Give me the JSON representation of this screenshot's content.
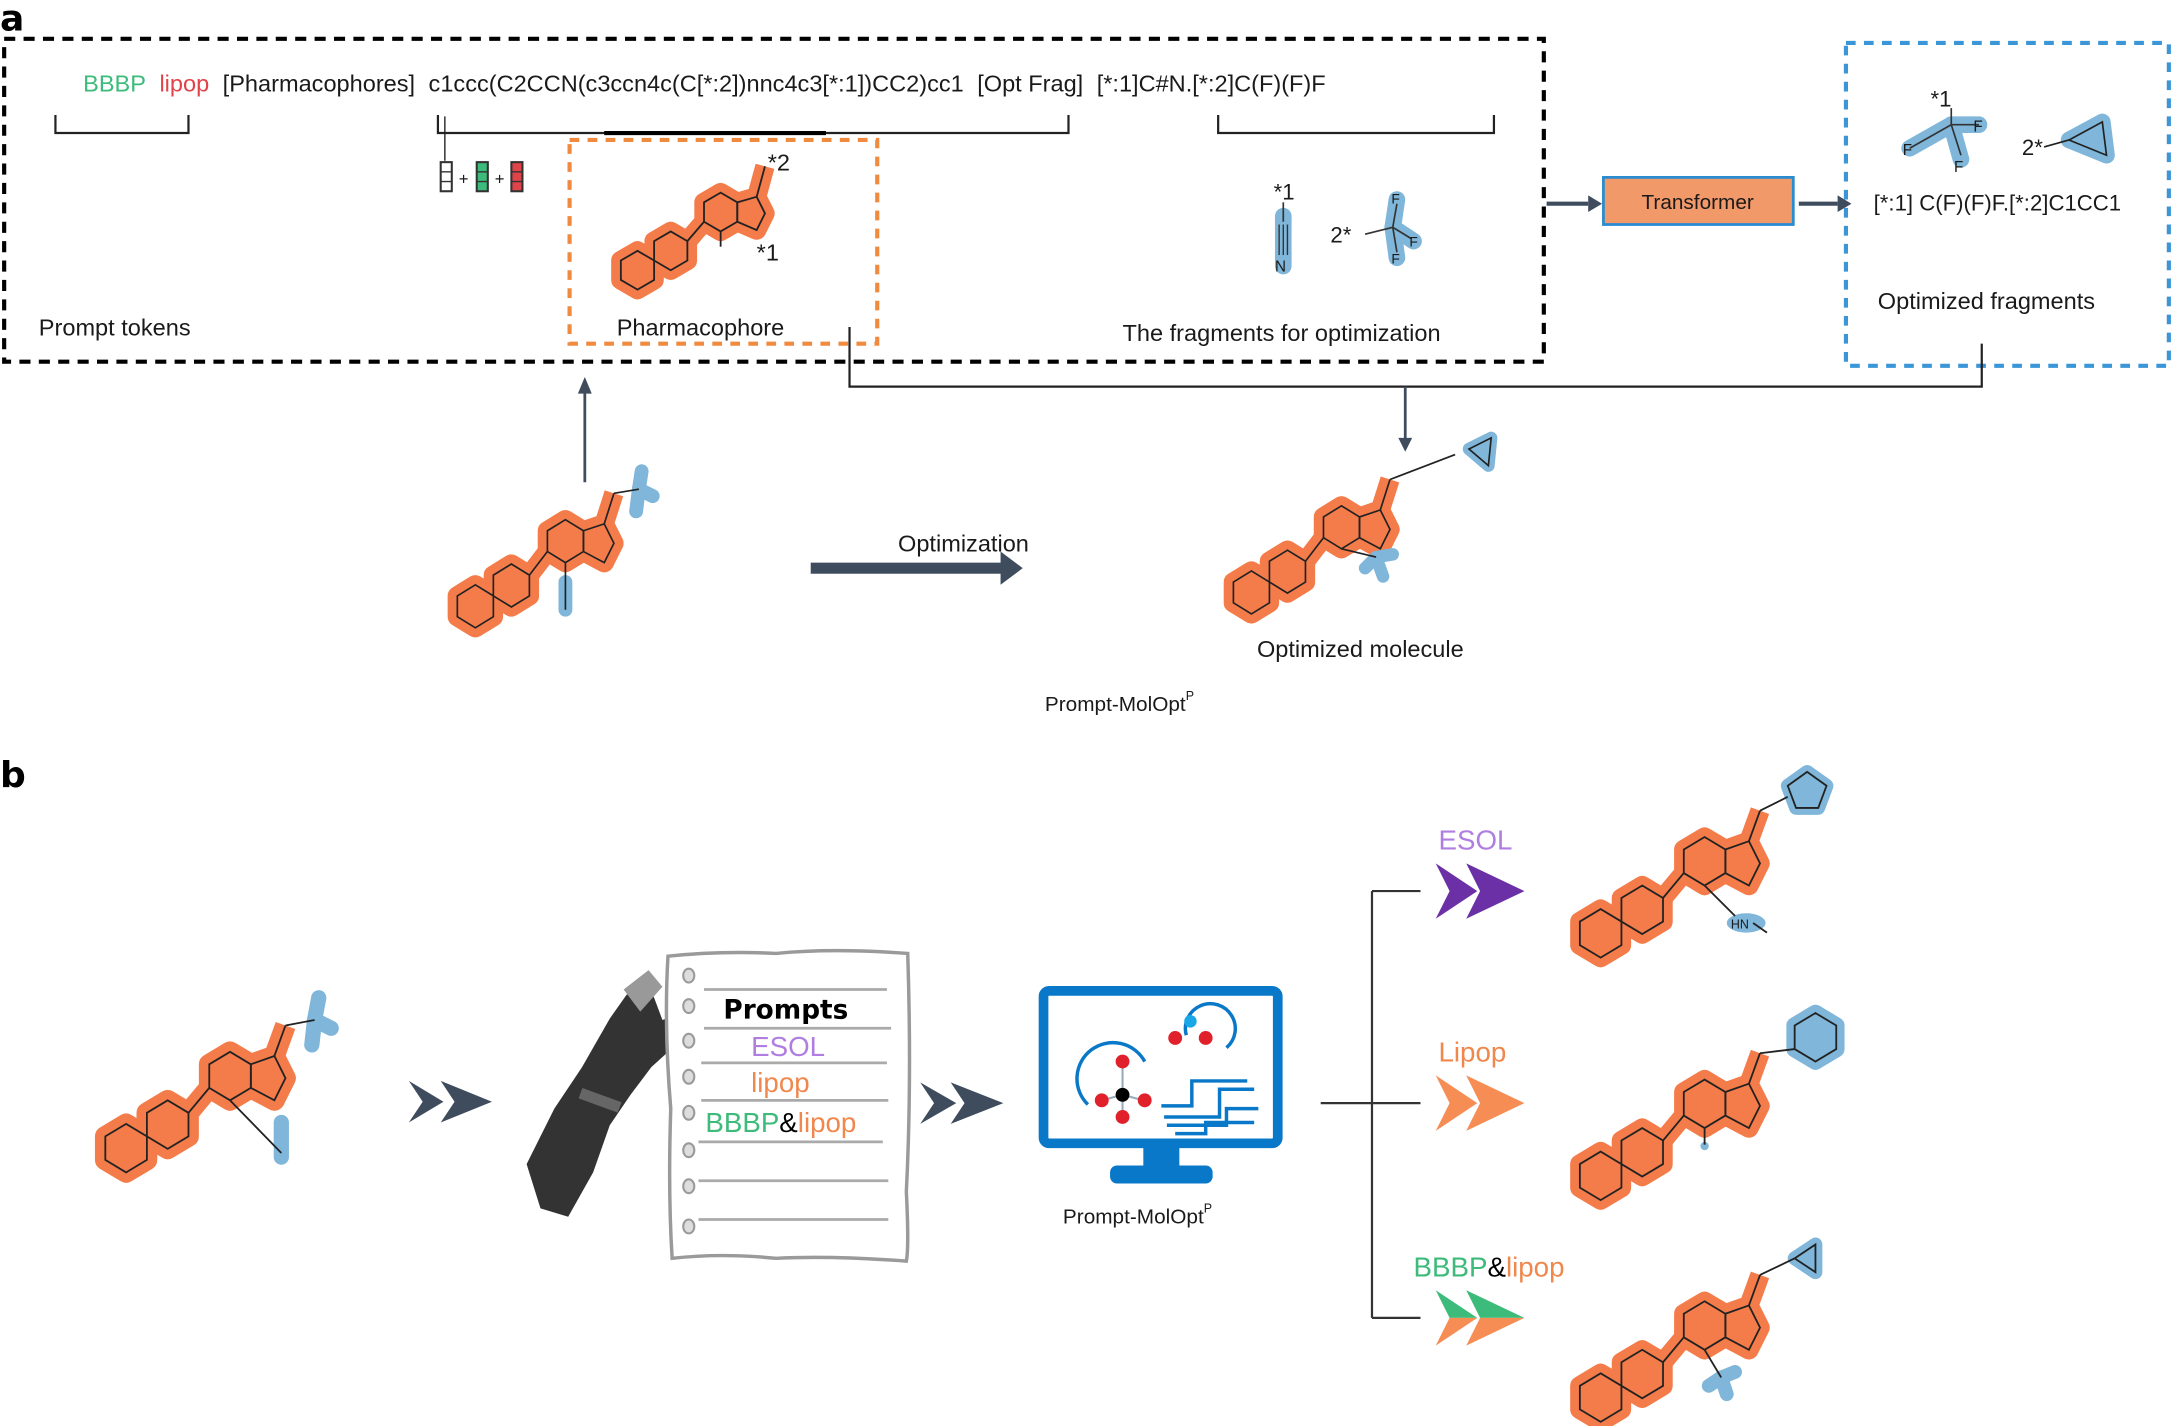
{
  "figure": {
    "panel_a": {
      "label": "a",
      "prompt_line": {
        "token_bbbp": "BBBP",
        "token_lipop": "lipop",
        "pharm_tag": "[Pharmacophores]",
        "pharm_smiles": "c1ccc(C2CCN(c3ccn4c(C[*:2])nnc4c3[*:1])CC2)cc1",
        "frag_tag": "[Opt Frag]",
        "frag_smiles": "[*:1]C#N.[*:2]C(F)(F)F"
      },
      "captions": {
        "prompt_tokens": "Prompt tokens",
        "pharmacophore": "Pharmacophore",
        "fragments": "The fragments for optimization",
        "optimized_fragments": "Optimized fragments",
        "optimization": "Optimization",
        "optimized_molecule": "Optimized molecule",
        "model_name": "Prompt-MolOpt",
        "model_sup": "P"
      },
      "transformer_label": "Transformer",
      "optimized_smiles": "[*:1] C(F)(F)F.[*:2]C1CC1",
      "attach_labels": {
        "star1": "*1",
        "star2": "*2",
        "two_star": "2*",
        "plus": "+"
      },
      "atoms": {
        "N": "N",
        "F": "F"
      }
    },
    "panel_b": {
      "label": "b",
      "prompts_title": "Prompts",
      "prompt_items": [
        {
          "parts": [
            {
              "text": "ESOL",
              "color": "#b07ee0"
            }
          ]
        },
        {
          "parts": [
            {
              "text": "lipop",
              "color": "#f0884e"
            }
          ]
        },
        {
          "parts": [
            {
              "text": "BBBP",
              "color": "#3dbb7a"
            },
            {
              "text": "&",
              "color": "#000000"
            },
            {
              "text": "lipop",
              "color": "#f0884e"
            }
          ]
        }
      ],
      "model_name": "Prompt-MolOpt",
      "model_sup": "P",
      "branches": [
        {
          "label_parts": [
            {
              "text": "ESOL",
              "color": "#b07ee0"
            }
          ],
          "arrow_colors": [
            "#6b2fa6"
          ]
        },
        {
          "label_parts": [
            {
              "text": "Lipop",
              "color": "#f0884e"
            }
          ],
          "arrow_colors": [
            "#f58d55"
          ]
        },
        {
          "label_parts": [
            {
              "text": "BBBP",
              "color": "#3dbb7a"
            },
            {
              "text": "&",
              "color": "#000000"
            },
            {
              "text": "lipop",
              "color": "#f0884e"
            }
          ],
          "arrow_colors": [
            "#3dbb7a",
            "#f58d55"
          ]
        }
      ],
      "hn_label": "HN"
    },
    "colors": {
      "core_highlight": "#f47c4a",
      "fragment_highlight": "#7fb6d9",
      "arrow": "#3f4c5e",
      "transformer_fill": "#f2996a",
      "transformer_border": "#2a8bd0",
      "pharm_box": "#ef8a3e",
      "frag_box": "#3a96d6",
      "monitor": "#0a78c8",
      "bbbp": "#3dbb7a",
      "lipop_red": "#e0434a"
    }
  }
}
